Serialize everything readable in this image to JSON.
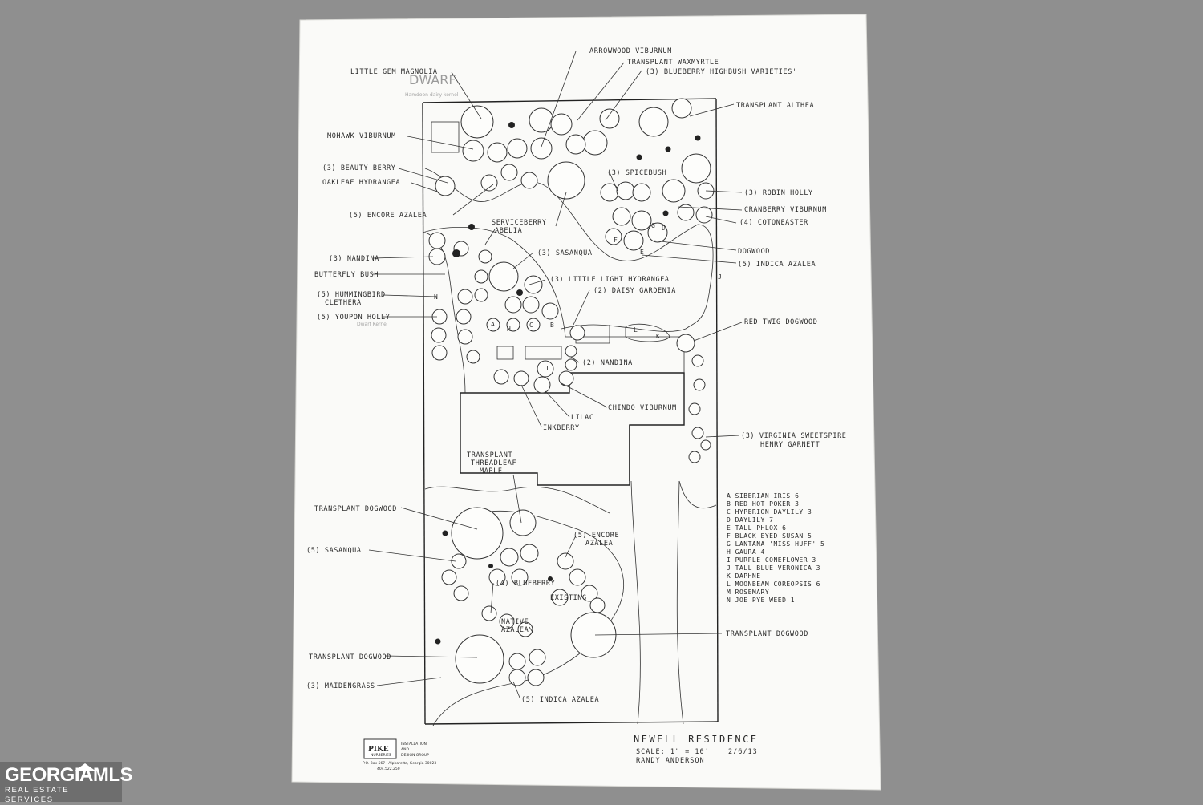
{
  "labels": {
    "arrowwood": "ARROWWOOD VIBURNUM",
    "transplant_waxmyrtle": "TRANSPLANT WAXMYRTLE",
    "blueberry_highbush": "(3) BLUEBERRY HIGHBUSH VARIETIES'",
    "little_gem": "LITTLE GEM MAGNOLIA",
    "transplant_althea": "TRANSPLANT ALTHEA",
    "mohawk": "MOHAWK VIBURNUM",
    "beauty_berry": "(3) BEAUTY BERRY",
    "oakleaf": "OAKLEAF HYDRANGEA",
    "spicebush": "(3) SPICEBUSH",
    "robin_holly": "(3) ROBIN HOLLY",
    "cranberry": "CRANBERRY VIBURNUM",
    "cotoneaster": "(4) COTONEASTER",
    "encore_azalea_top": "(5) ENCORE AZALEA",
    "serviceberry": "SERVICEBERRY",
    "abelia": "ABELIA",
    "dogwood": "DOGWOOD",
    "indica_azalea_top": "(5) INDICA AZALEA",
    "nandina_left": "(3) NANDINA",
    "sasanqua_mid": "(3) SASANQUA",
    "butterfly_bush": "BUTTERFLY BUSH",
    "little_light": "(3) LITTLE LIGHT HYDRANGEA",
    "hummingbird": "(5) HUMMINGBIRD",
    "clethera": "CLETHERA",
    "daisy_gardenia": "(2) DAISY GARDENIA",
    "yaupon": "(5) YOUPON HOLLY",
    "red_twig": "RED TWIG DOGWOOD",
    "nandina_mid": "(2) NANDINA",
    "chindo": "CHINDO VIBURNUM",
    "lilac": "LILAC",
    "inkberry": "INKBERRY",
    "virginia_sweetspire": "(3) VIRGINIA SWEETSPIRE",
    "henry_garnett": "HENRY GARNETT",
    "transplant_threadleaf_1": "TRANSPLANT",
    "transplant_threadleaf_2": "THREADLEAF",
    "transplant_threadleaf_3": "MAPLE",
    "transplant_dogwood_1": "TRANSPLANT DOGWOOD",
    "sasanqua_bottom": "(5) SASANQUA",
    "encore_bottom_1": "(5) ENCORE",
    "encore_bottom_2": "AZALEA",
    "blueberry_bottom": "(4) BLUEBERRY",
    "existing": "EXISTING",
    "native_azalea_1": "NATIVE",
    "native_azalea_2": "AZALEA",
    "transplant_dogwood_2": "TRANSPLANT DOGWOOD",
    "transplant_dogwood_3": "TRANSPLANT DOGWOOD",
    "maidengrass": "(3) MAIDENGRASS",
    "indica_azalea_bottom": "(5) INDICA AZALEA"
  },
  "handwritten_notes": {
    "dwarf": "DWARF",
    "dwarf_sub": "Hamdoon dairy kernel",
    "yaupon_sub": "Dwarf Kernel"
  },
  "bed_letters": [
    "E",
    "F",
    "D",
    "G",
    "H",
    "L",
    "K",
    "N",
    "I",
    "A",
    "C",
    "B",
    "J"
  ],
  "legend": [
    "A  SIBERIAN IRIS 6",
    "B  RED HOT POKER 3",
    "C  HYPERION DAYLILY 3",
    "D  DAYLILY 7",
    "E  TALL PHLOX 6",
    "F  BLACK EYED SUSAN 5",
    "G  LANTANA 'MISS HUFF' 5",
    "H  GAURA 4",
    "I  PURPLE CONEFLOWER 3",
    "J  TALL BLUE VERONICA 3",
    "K  DAPHNE",
    "L  MOONBEAM COREOPSIS 6",
    "M  ROSEMARY",
    "N  JOE PYE WEED 1"
  ],
  "title_block": {
    "title": "NEWELL RESIDENCE",
    "scale": "SCALE: 1\" = 10'",
    "date": "2/6/13",
    "designer": "RANDY ANDERSON"
  },
  "company": {
    "logo": "PIKE",
    "logo_sub": "NURSERIES",
    "line1": "INSTALLATION",
    "line2": "AND",
    "line3": "DESIGN GROUP",
    "address": "P.O. Box 567 · Alpharetta, Georgia 30023",
    "phone": "404.522.250"
  },
  "watermark": {
    "brand": "GEORGIAMLS",
    "sub": "REAL ESTATE SERVICES"
  },
  "colors": {
    "background": "#8f8f8f",
    "paper": "#fafaf8",
    "ink": "#2a2a2a"
  }
}
